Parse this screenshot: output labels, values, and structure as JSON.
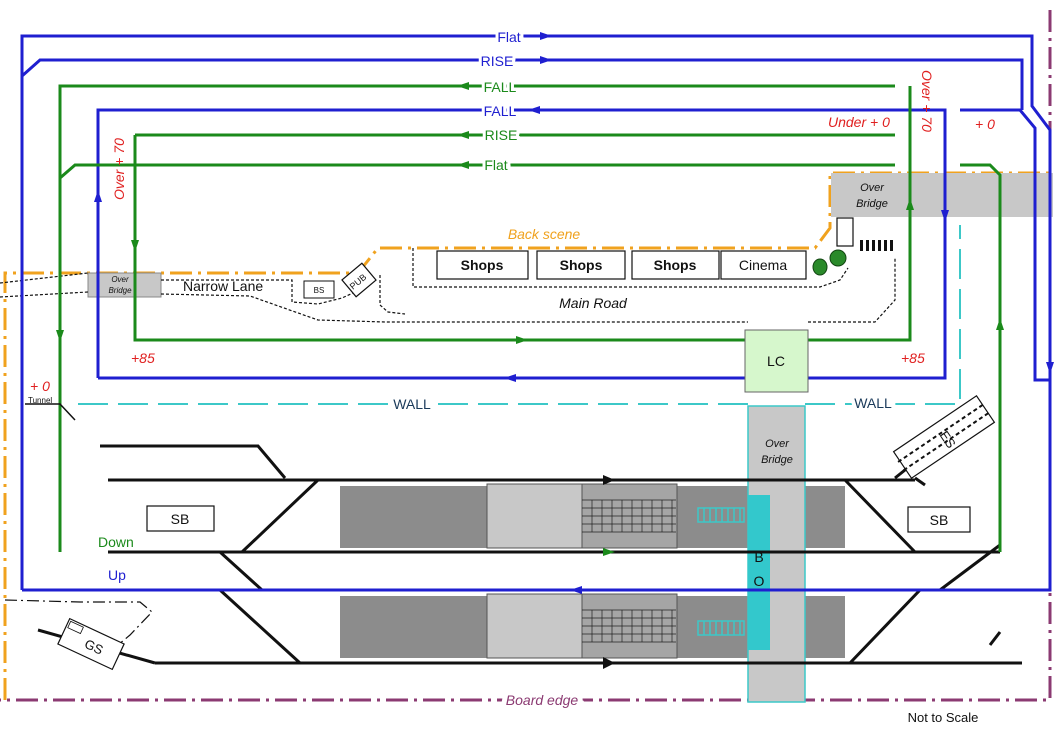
{
  "loops": {
    "flat_outer": "Flat",
    "rise_outer": "RISE",
    "fall_outer": "FALL",
    "fall_inner": "FALL",
    "rise_inner": "RISE",
    "flat_inner": "Flat",
    "down": "Down",
    "up": "Up"
  },
  "gradients": {
    "over70_left": "Over + 70",
    "over70_right": "Over + 70",
    "under0": "Under + 0",
    "plus0_right": "+ 0",
    "plus0_left": "+ 0",
    "plus85_left": "+85",
    "plus85_right": "+85"
  },
  "structures": {
    "over_bridge_top": [
      "Over",
      "Bridge"
    ],
    "over_bridge_left": [
      "Over",
      "Bridge"
    ],
    "over_bridge_station": [
      "Over",
      "Bridge"
    ],
    "lc": "LC",
    "bo": [
      "B",
      "O"
    ],
    "sb_left": "SB",
    "sb_right": "SB",
    "es": "ES",
    "gs": "GS",
    "pub": "PUB",
    "bs": "BS",
    "tunnel": "Tunnel"
  },
  "scenery": {
    "back_scene": "Back scene",
    "narrow_lane": "Narrow Lane",
    "main_road": "Main Road",
    "shops": [
      "Shops",
      "Shops",
      "Shops"
    ],
    "cinema": "Cinema",
    "wall_left": "WALL",
    "wall_right": "WALL"
  },
  "board": {
    "edge": "Board edge",
    "scale_note": "Not to Scale"
  },
  "colors": {
    "blue": "#1f1fd0",
    "green": "#1b8a1b",
    "orange": "#f0a21e",
    "cyan": "#3cc8c8",
    "purple": "#8b3a72",
    "red": "#e02020",
    "grey": "#c8c8c8",
    "dark_grey": "#8c8c8c"
  }
}
